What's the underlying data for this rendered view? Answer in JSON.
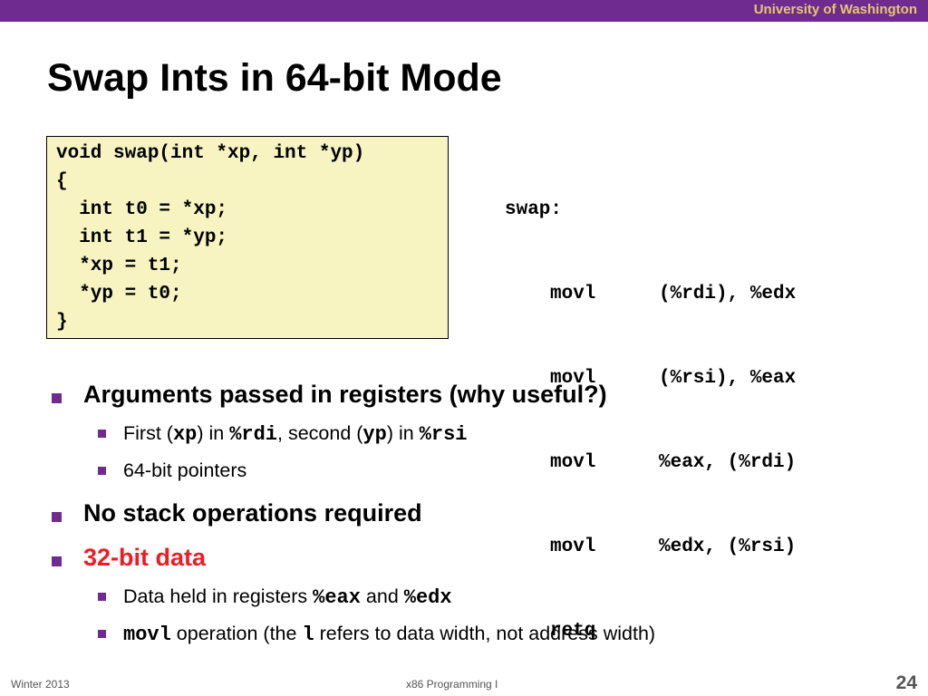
{
  "header": {
    "org": "University of Washington"
  },
  "slide": {
    "title": "Swap Ints in 64-bit Mode"
  },
  "c_code": [
    "void swap(int *xp, int *yp)",
    "{",
    "  int t0 = *xp;",
    "  int t1 = *yp;",
    "  *xp = t1;",
    "  *yp = t0;",
    "}"
  ],
  "asm": {
    "label": "swap:",
    "lines": [
      {
        "op": "movl",
        "args": "(%rdi), %edx"
      },
      {
        "op": "movl",
        "args": "(%rsi), %eax"
      },
      {
        "op": "movl",
        "args": "%eax, (%rdi)"
      },
      {
        "op": "movl",
        "args": "%edx, (%rsi)"
      },
      {
        "op": "retq",
        "args": ""
      }
    ]
  },
  "bullets": {
    "b1": "Arguments passed in registers (why useful?)",
    "b1_sub1": {
      "a": "First (",
      "b": "xp",
      "c": ") in ",
      "d": "%rdi",
      "e": ", second (",
      "f": "yp",
      "g": ") in ",
      "h": "%rsi"
    },
    "b1_sub2": "64-bit pointers",
    "b2": "No stack operations required",
    "b3": "32-bit data",
    "b3_sub1": {
      "a": "Data held in registers ",
      "b": "%eax",
      "c": " and ",
      "d": "%edx"
    },
    "b3_sub2": {
      "a": "movl",
      "b": " operation (the ",
      "c": "l",
      "d": " refers to data width, not address width)"
    }
  },
  "footer": {
    "left": "Winter 2013",
    "center": "x86 Programming I",
    "page": "24"
  },
  "colors": {
    "header": "#6f2b90",
    "org_text": "#e8c76b",
    "code_bg": "#f8f4c2",
    "bullet": "#6f2b90",
    "highlight": "#ee1c24"
  }
}
